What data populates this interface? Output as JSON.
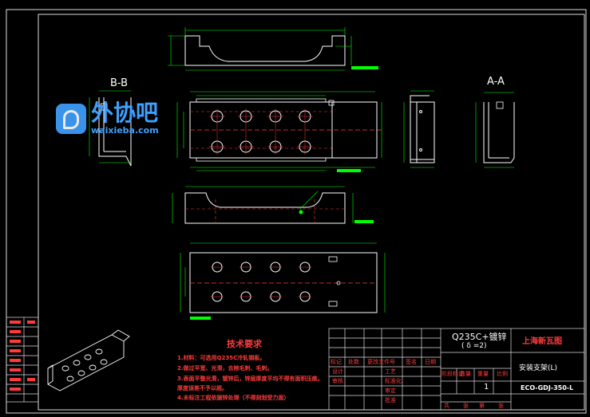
{
  "views": {
    "section_bb": "B-B",
    "section_aa": "A-A"
  },
  "watermark": {
    "name": "外协吧",
    "site": "waixieba.com"
  },
  "tech_requirements": {
    "title": "技术要求",
    "lines": [
      "1.材料：可选用Q235C冷轧钢板。",
      "2.做过平宽、光滑，去除毛刺、毛刺。",
      "3.表面平整光滑，镀锌后，锌层厚度平均不得有面积压痕。",
      "厚度误差不予以超。",
      "4.未标注工程依据锌处理（不得刻划受力面）"
    ]
  },
  "title_block": {
    "material": "Q235C+镀锌",
    "thickness": "( δ =2)",
    "company": "上海新瓦图",
    "part_name": "安装支架(L)",
    "drawing_no": "ECO-GDJ-350-L",
    "quantity": "1",
    "row_labels": [
      "设计",
      "审核",
      "工艺",
      "标准化",
      "审定",
      "批准"
    ],
    "header_labels": [
      "标记",
      "处数",
      "更改文件号",
      "签名",
      "日期"
    ],
    "right_headers": [
      "阶段标记",
      "数量",
      "重量",
      "比例"
    ],
    "sheet_labels": [
      "共",
      "张",
      "第",
      "张"
    ]
  }
}
